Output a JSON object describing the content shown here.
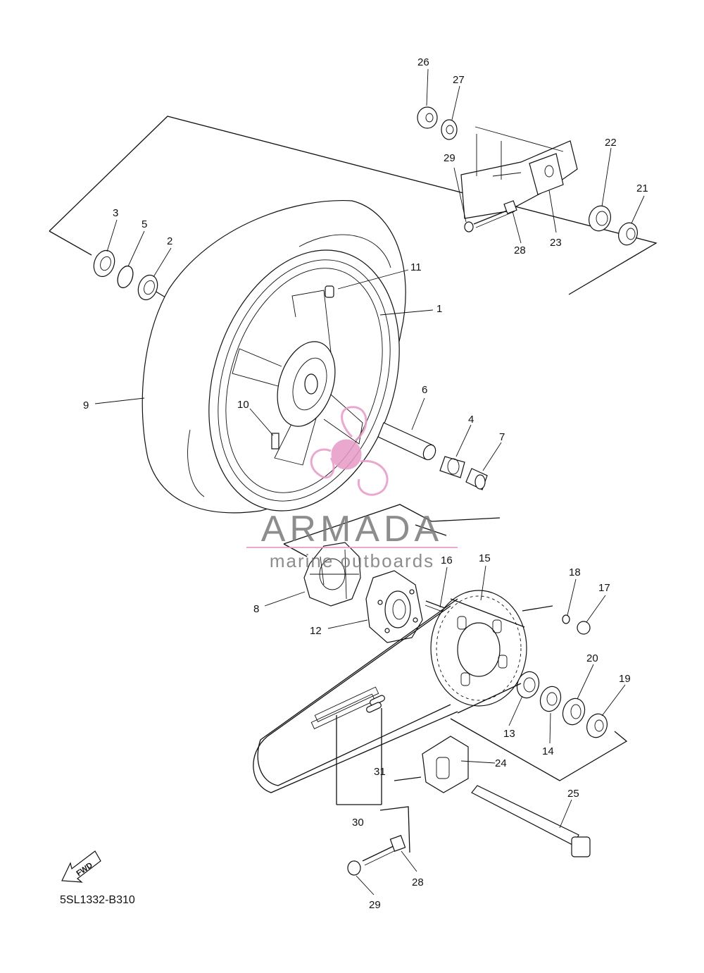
{
  "diagram_code": "5SL1332-B310",
  "fwd_label": "FWD",
  "watermark": {
    "brand": "ARMADA",
    "tagline": "marine outboards",
    "colors": {
      "text": "#7a7a7a",
      "logo": "#e79ac6",
      "rule": "#e79ac6"
    }
  },
  "callouts": [
    "1",
    "2",
    "3",
    "4",
    "5",
    "6",
    "7",
    "8",
    "9",
    "10",
    "11",
    "12",
    "13",
    "14",
    "15",
    "16",
    "17",
    "18",
    "19",
    "20",
    "21",
    "22",
    "23",
    "24",
    "25",
    "26",
    "27",
    "28",
    "28",
    "29",
    "29",
    "30",
    "31"
  ]
}
